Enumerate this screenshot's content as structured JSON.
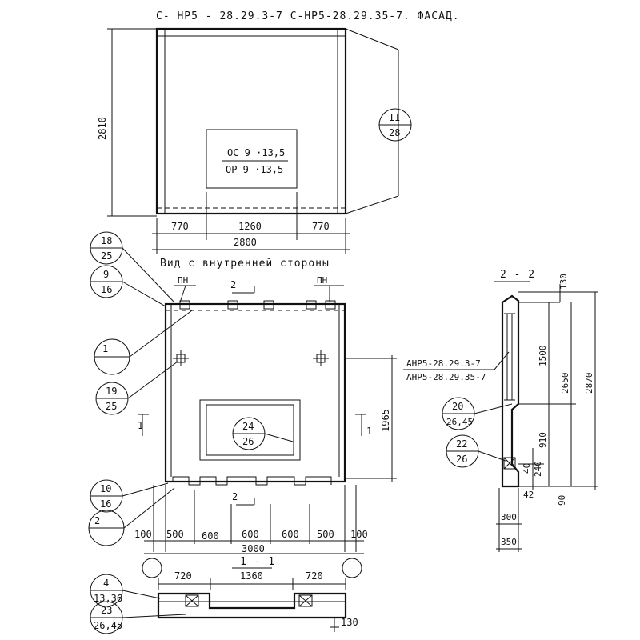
{
  "titles": {
    "facade": "С- НР5 - 28.29.3-7    С-НР5-28.29.35-7. ФАСАД.",
    "inner_view": "Вид с внутренней стороны",
    "section_22": "2 - 2",
    "section_11": "1 - 1"
  },
  "facade": {
    "height_dim": "2810",
    "window_label_top": "ОС 9 ·13,5",
    "window_label_bottom": "ОР 9 ·13,5",
    "dims_bottom": [
      "770",
      "1260",
      "770"
    ],
    "overall_width": "2800",
    "callout_top": "II",
    "callout_bottom": "28"
  },
  "inner_view": {
    "pn_left": "ПН",
    "pn_right": "ПН",
    "section_marker_2": "2",
    "section_marker_1": "1",
    "height_1965": "1965",
    "dims_bottom": [
      "100",
      "500",
      "600",
      "600",
      "600",
      "500",
      "100"
    ],
    "overall_width": "3000",
    "callouts": [
      {
        "top": "18",
        "bottom": "25"
      },
      {
        "top": "9",
        "bottom": "16"
      },
      {
        "top": "1",
        "bottom": ""
      },
      {
        "top": "19",
        "bottom": "25"
      },
      {
        "top": "24",
        "bottom": "26"
      },
      {
        "top": "10",
        "bottom": "16"
      },
      {
        "top": "2",
        "bottom": ""
      }
    ]
  },
  "section_22": {
    "mark1": "АНР5-28.29.3-7",
    "mark2": "АНР5-28.29.35-7",
    "dims_right": [
      "130",
      "1500",
      "2650",
      "2870",
      "910",
      "240",
      "90"
    ],
    "small_dims": [
      "40",
      "42"
    ],
    "bottom_dims": [
      "300",
      "350"
    ],
    "callouts": [
      {
        "top": "20",
        "bottom": "26,45"
      },
      {
        "top": "22",
        "bottom": "26"
      }
    ]
  },
  "section_11": {
    "dims": [
      "720",
      "1360",
      "720"
    ],
    "dim_130": "130",
    "callouts": [
      {
        "top": "4",
        "bottom": "13,36"
      },
      {
        "top": "23",
        "bottom": "26,45"
      }
    ]
  }
}
